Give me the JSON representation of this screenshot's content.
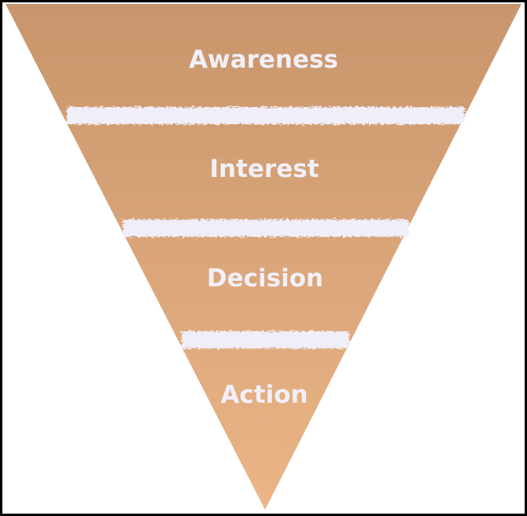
{
  "diagram": {
    "type": "funnel",
    "stages": [
      {
        "label": "Awareness"
      },
      {
        "label": "Interest"
      },
      {
        "label": "Decision"
      },
      {
        "label": "Action"
      }
    ],
    "colors": {
      "top": "#c8956c",
      "bottom": "#ebb586",
      "separator": "#f0eef8",
      "text": "#f2eff8"
    }
  }
}
